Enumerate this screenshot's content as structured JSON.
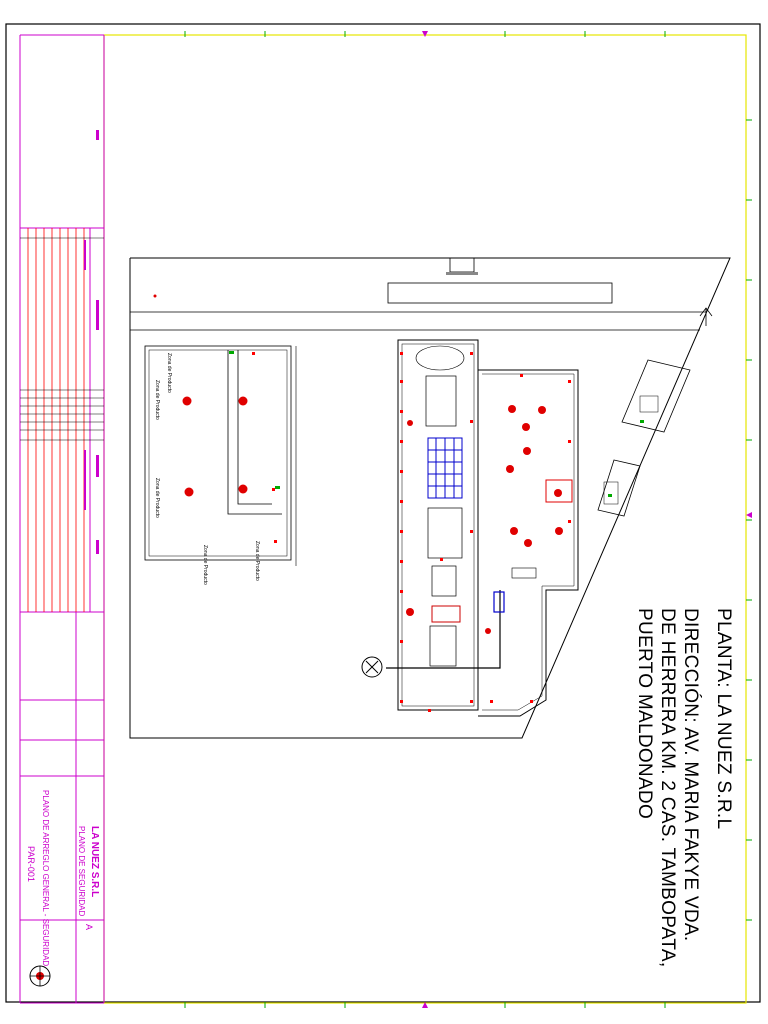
{
  "plant": {
    "title": "PLANTA: LA NUEZ S.R.L",
    "address_lines": [
      "DIRECCIÓN:    AV. MARIA FAKYE VDA.",
      "DE HERRERA KM. 2 CAS. TAMBOPATA,",
      "PUERTO MALDONADO"
    ]
  },
  "title_block": {
    "company": "LA NUEZ S.R.L",
    "plan_type": "PLANO DE SEGURIDAD",
    "drawing_title": "PLANO DE ARREGLO GENERAL - SEGURIDAD",
    "drawing_number": "PAR-001",
    "revision": "A"
  },
  "zones": {
    "labels": [
      "Zona de Producto",
      "Zona de Producto",
      "Zona de Producto",
      "Zona de Producto",
      "Zona de Producto"
    ]
  },
  "colors": {
    "frame": "#000000",
    "border_yellow": "#e6e600",
    "border_magenta": "#cc00cc",
    "grid_red": "#ff0000",
    "grid_magenta": "#ff00ff",
    "hazard_red": "#ff0000",
    "equipment_blue": "#0000cc",
    "extinguisher_red": "#e00000"
  }
}
